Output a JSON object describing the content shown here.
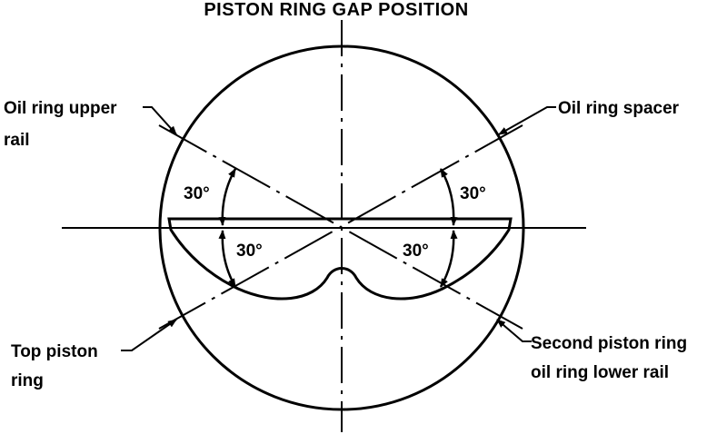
{
  "diagram": {
    "title": "PISTON RING GAP POSITION",
    "labels": {
      "oil_ring_upper_rail_line1": "Oil ring upper",
      "oil_ring_upper_rail_line2": "rail",
      "oil_ring_spacer": "Oil ring spacer",
      "top_piston_ring_line1": "Top piston",
      "top_piston_ring_line2": "ring",
      "second_piston_ring_line1": "Second piston ring",
      "second_piston_ring_line2": "oil ring lower rail"
    },
    "angles": {
      "upper_left": "30°",
      "lower_left": "30°",
      "upper_right": "30°",
      "lower_right": "30°"
    }
  }
}
